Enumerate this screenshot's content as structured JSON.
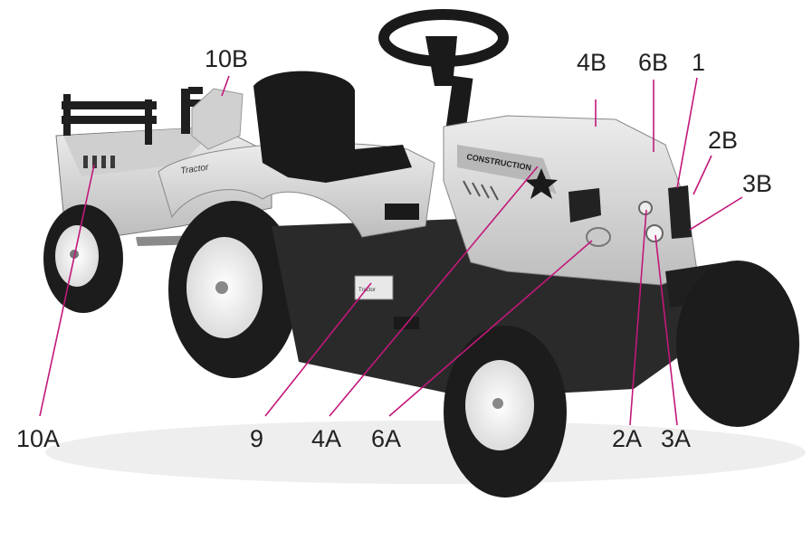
{
  "illustration": {
    "subject": "ride-on-pedal-tractor-with-trailer",
    "decal_text": "CONSTRUCTION",
    "fender_text": "Tractor",
    "plate_text": "Tractor"
  },
  "colors": {
    "body": "#d9d9d9",
    "tire": "#1c1c1c",
    "hub": "#f2f2f2",
    "leader": "#c2187a",
    "label": "#222222"
  },
  "labels": {
    "l10B": "10B",
    "l4B": "4B",
    "l6B": "6B",
    "l1": "1",
    "l2B": "2B",
    "l3B": "3B",
    "l10A": "10A",
    "l9": "9",
    "l4A": "4A",
    "l6A": "6A",
    "l2A": "2A",
    "l3A": "3A"
  }
}
